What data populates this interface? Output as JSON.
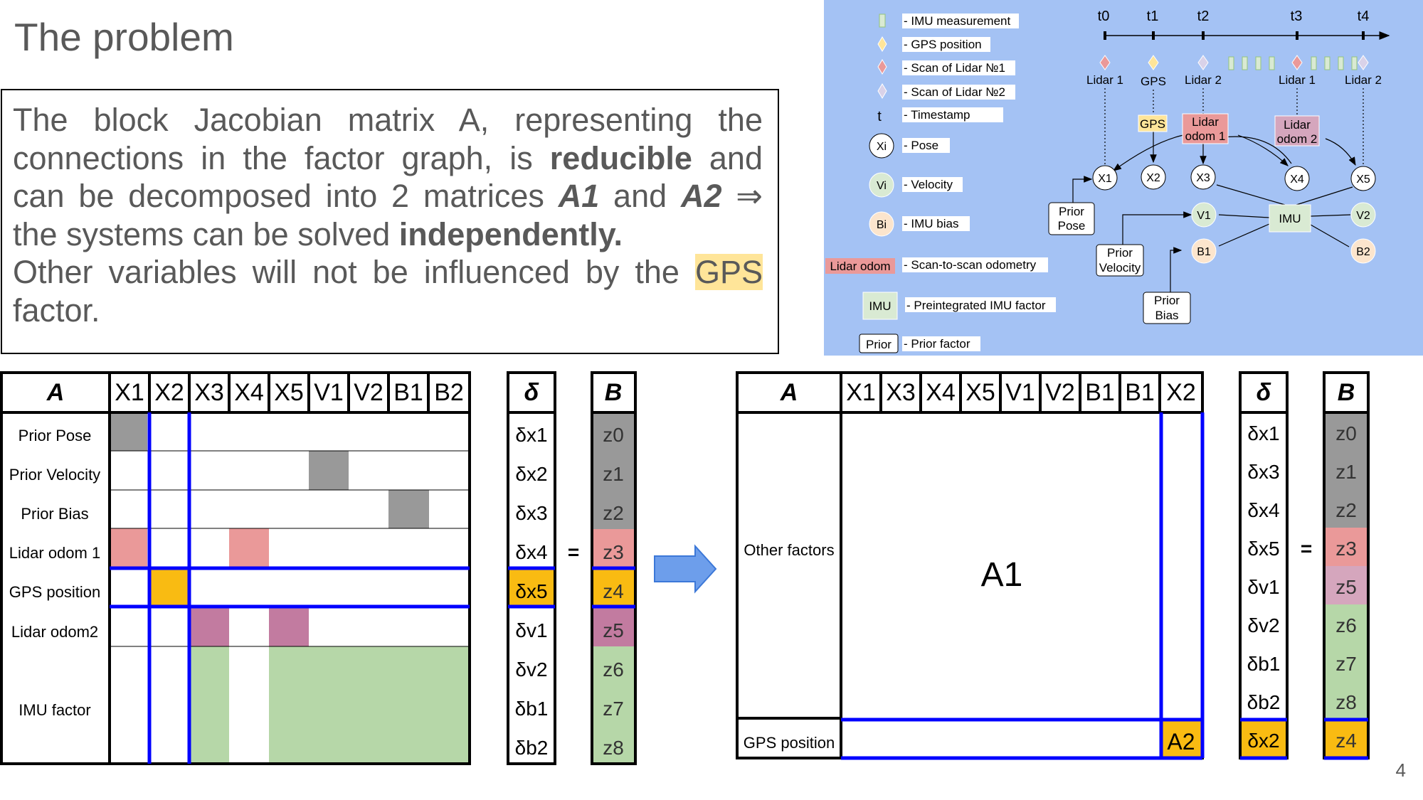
{
  "slide": {
    "title": "The problem",
    "page_number": "4"
  },
  "problem": {
    "s1": "The block Jacobian matrix A, representing the connections in the factor graph, is ",
    "b1": "reducible",
    "s2": " and can be decomposed into 2 matrices ",
    "m1": "A1",
    "s3": " and ",
    "m2": "A2",
    "s4": " ⇒ the systems can be solved ",
    "b2": "independently.",
    "s5": "Other variables will not be influenced by the ",
    "hl": "GPS",
    "s6": " factor."
  },
  "colors": {
    "prior": "#999999",
    "lidar1": "#ea9999",
    "gps": "#f9bb12",
    "lidar2": "#c27ba0",
    "imu": "#b6d7a8",
    "z5_right": "#d5a6bd",
    "blue_line": "#0000ff",
    "diagram_bg": "#a4c2f4"
  },
  "legend": {
    "imu": "- IMU measurement",
    "gps": "- GPS position",
    "lidar1": "- Scan of Lidar №1",
    "lidar2": "- Scan of Lidar №2",
    "t_symbol": "t",
    "timestamp": "- Timestamp",
    "xi_symbol": "Xi",
    "pose": "- Pose",
    "vi_symbol": "Vi",
    "velocity": "- Velocity",
    "bi_symbol": "Bi",
    "bias": "- IMU bias",
    "lidar_odom_box": "Lidar odom",
    "lidar_odom": "- Scan-to-scan odometry",
    "imu_box": "IMU",
    "imu_factor": "- Preintegrated IMU factor",
    "prior_box": "Prior",
    "prior_factor": "- Prior factor"
  },
  "graph": {
    "timestamps": [
      "t0",
      "t1",
      "t2",
      "t3",
      "t4"
    ],
    "sensors": [
      "Lidar 1",
      "GPS",
      "Lidar 2",
      "Lidar 1",
      "Lidar 2"
    ],
    "poses": [
      "X1",
      "X2",
      "X3",
      "X4",
      "X5"
    ],
    "v1": "V1",
    "v2": "V2",
    "b1": "B1",
    "b2": "B2",
    "imu": "IMU",
    "gps": "GPS",
    "lidar_odom1": [
      "Lidar",
      "odom 1"
    ],
    "lidar_odom2": [
      "Lidar",
      "odom 2"
    ],
    "prior_pose": [
      "Prior",
      "Pose"
    ],
    "prior_velocity": [
      "Prior",
      "Velocity"
    ],
    "prior_bias": [
      "Prior",
      "Bias"
    ]
  },
  "left_matrix": {
    "header": "A",
    "columns": [
      "X1",
      "X2",
      "X3",
      "X4",
      "X5",
      "V1",
      "V2",
      "B1",
      "B2"
    ],
    "rows": [
      "Prior Pose",
      "Prior Velocity",
      "Prior Bias",
      "Lidar odom 1",
      "GPS position",
      "Lidar odom2",
      "IMU factor"
    ],
    "delta_header": "δ",
    "delta": [
      "δx1",
      "δx2",
      "δx3",
      "δx4",
      "δx5",
      "δv1",
      "δv2",
      "δb1",
      "δb2"
    ],
    "b_header": "B",
    "b": [
      "z0",
      "z1",
      "z2",
      "z3",
      "z4",
      "z5",
      "z6",
      "z7",
      "z8"
    ],
    "equals": "="
  },
  "right_matrix": {
    "header": "A",
    "columns": [
      "X1",
      "X3",
      "X4",
      "X5",
      "V1",
      "V2",
      "B1",
      "B1",
      "X2"
    ],
    "rows": [
      "Other factors",
      "GPS position"
    ],
    "a1": "A1",
    "a2": "A2",
    "delta_header": "δ",
    "delta": [
      "δx1",
      "δx3",
      "δx4",
      "δx5",
      "δv1",
      "δv2",
      "δb1",
      "δb2",
      "δx2"
    ],
    "b_header": "B",
    "b": [
      "z0",
      "z1",
      "z2",
      "z3",
      "z5",
      "z6",
      "z7",
      "z8",
      "z4"
    ],
    "equals": "="
  }
}
